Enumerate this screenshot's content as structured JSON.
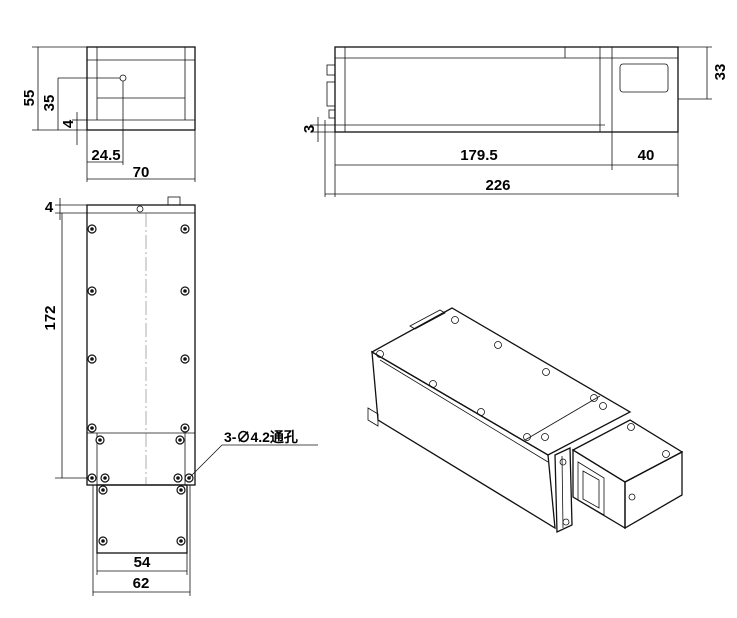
{
  "front_view": {
    "height_label": "55",
    "hole_height_label": "35",
    "step_label": "4",
    "hole_x_label": "24.5",
    "width_label": "70"
  },
  "side_view": {
    "base_step_label": "3",
    "height_label": "33",
    "body_length_label": "179.5",
    "head_length_label": "40",
    "total_length_label": "226"
  },
  "top_view": {
    "top_step_label": "4",
    "length_label": "172",
    "hole_note": "3-∅4.2通孔",
    "inner_width_label": "54",
    "outer_width_label": "62"
  }
}
